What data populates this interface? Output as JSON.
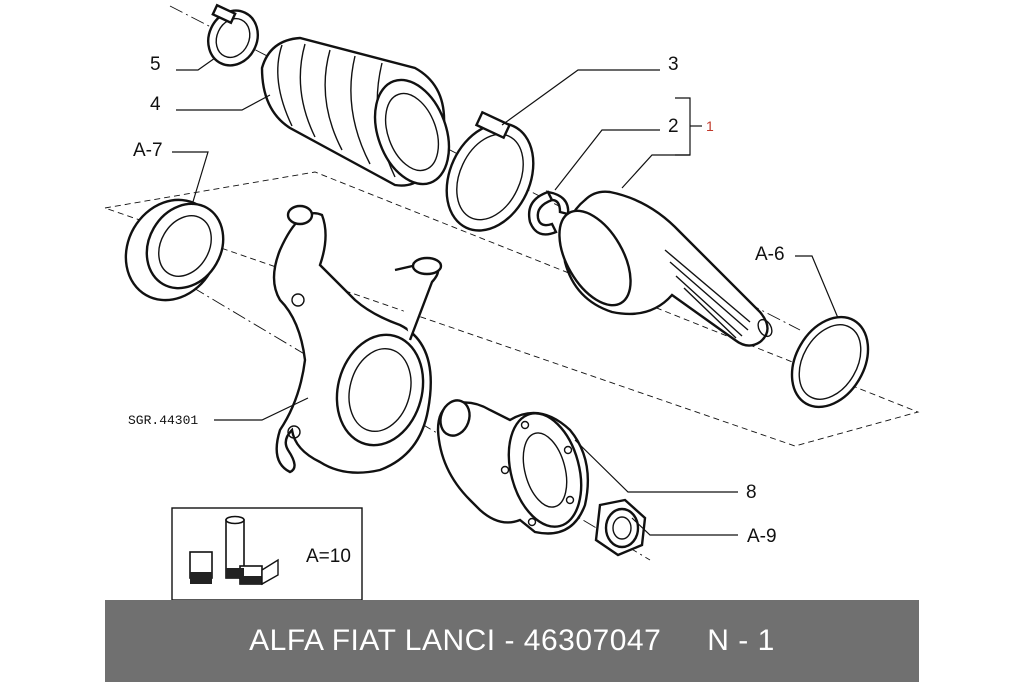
{
  "labels": {
    "part_1": "1",
    "part_2": "2",
    "part_3": "3",
    "part_4": "4",
    "part_5": "5",
    "part_8": "8",
    "part_a6": "A-6",
    "part_a7": "A-7",
    "part_a9": "A-9",
    "ref_knuckle": "SGR.44301",
    "kit_count": "A=10"
  },
  "footer": {
    "part_text": "ALFA FIAT LANCI - 46307047",
    "number_text": "N - 1"
  },
  "colors": {
    "footer_bg": "#707070",
    "footer_text": "#ffffff",
    "highlight": "#c0392b"
  }
}
